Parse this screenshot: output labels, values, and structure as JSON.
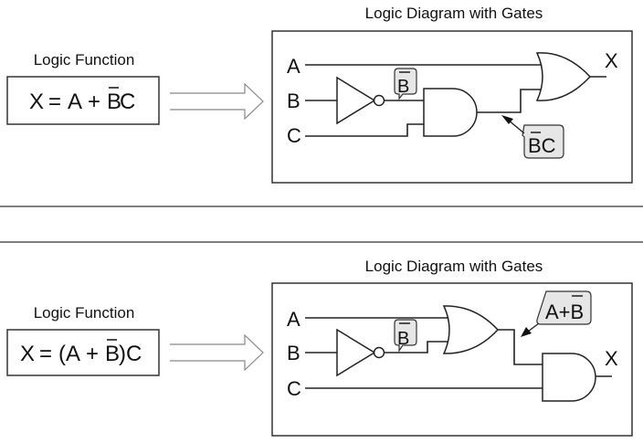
{
  "sections": [
    {
      "function_label": "Logic Function",
      "expression": {
        "lhs": "X",
        "eq": "=",
        "parts": [
          "A",
          "+",
          "B",
          "C"
        ],
        "overbar_on": "B"
      },
      "expression_text": "X = A + B̄C",
      "diagram_title": "Logic Diagram with Gates",
      "inputs": [
        "A",
        "B",
        "C"
      ],
      "output": "X",
      "callout_not": "B",
      "callout_result": {
        "text": "BC",
        "overbar_on": "B"
      },
      "gates": [
        "NOT",
        "AND",
        "OR"
      ]
    },
    {
      "function_label": "Logic Function",
      "expression": {
        "lhs": "X",
        "eq": "=",
        "parts": [
          "(A",
          "+",
          "B",
          ")C"
        ],
        "overbar_on": "B"
      },
      "expression_text": "X = (A + B̄)C",
      "diagram_title": "Logic Diagram with Gates",
      "inputs": [
        "A",
        "B",
        "C"
      ],
      "output": "X",
      "callout_not": "B",
      "callout_result": {
        "text": "A+B",
        "overbar_on": "B"
      },
      "gates": [
        "NOT",
        "OR",
        "AND"
      ]
    }
  ],
  "colors": {
    "line": "#222222",
    "callout_fill": "#e6e6e6",
    "divider": "#555555"
  }
}
